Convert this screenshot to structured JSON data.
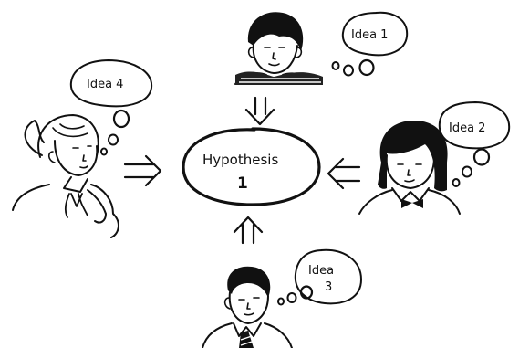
{
  "hypothesis": {
    "title": "Hypothesis",
    "number": "1"
  },
  "ideas": {
    "idea1": "Idea 1",
    "idea2": "Idea 2",
    "idea3_line1": "Idea",
    "idea3_line2": "3",
    "idea4": "Idea 4"
  },
  "colors": {
    "ink": "#111111",
    "paper": "#ffffff"
  }
}
